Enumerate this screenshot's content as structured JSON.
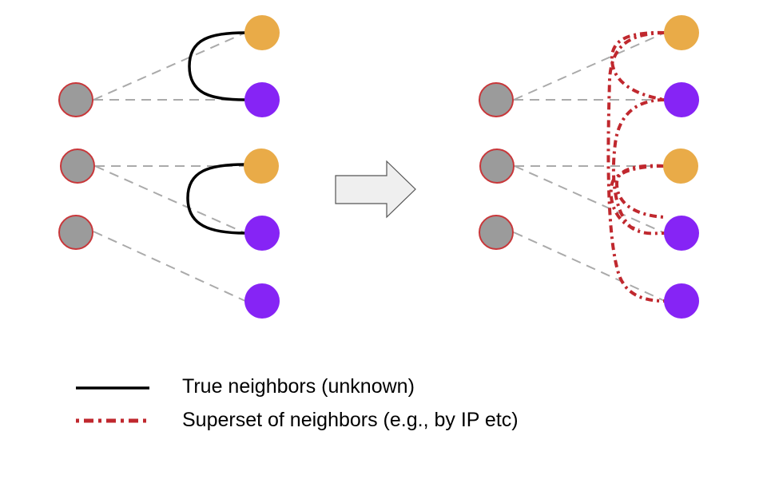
{
  "colors": {
    "source_node_fill": "#9b9b9b",
    "source_node_stroke": "#c8373a",
    "orange_node": "#e9ab48",
    "purple_node": "#8624f5",
    "dashed_edge": "#aaaaaa",
    "true_edge": "#000000",
    "superset_edge": "#c0282e",
    "arrow_fill": "#efefef",
    "arrow_stroke": "#555555"
  },
  "left_graph": {
    "source_nodes": [
      "s1",
      "s2",
      "s3"
    ],
    "target_nodes": [
      {
        "id": "t1",
        "color": "orange"
      },
      {
        "id": "t2",
        "color": "purple"
      },
      {
        "id": "t3",
        "color": "orange"
      },
      {
        "id": "t4",
        "color": "purple"
      },
      {
        "id": "t5",
        "color": "purple"
      }
    ],
    "dashed_edges": [
      [
        "s1",
        "t1"
      ],
      [
        "s1",
        "t2"
      ],
      [
        "s2",
        "t3"
      ],
      [
        "s2",
        "t4"
      ],
      [
        "s3",
        "t5"
      ]
    ],
    "true_neighbor_edges": [
      [
        "t1",
        "t2"
      ],
      [
        "t3",
        "t4"
      ]
    ]
  },
  "right_graph": {
    "source_nodes": [
      "s1",
      "s2",
      "s3"
    ],
    "target_nodes": [
      {
        "id": "t1",
        "color": "orange"
      },
      {
        "id": "t2",
        "color": "purple"
      },
      {
        "id": "t3",
        "color": "orange"
      },
      {
        "id": "t4",
        "color": "purple"
      },
      {
        "id": "t5",
        "color": "purple"
      }
    ],
    "dashed_edges": [
      [
        "s1",
        "t1"
      ],
      [
        "s1",
        "t2"
      ],
      [
        "s2",
        "t3"
      ],
      [
        "s2",
        "t4"
      ],
      [
        "s3",
        "t5"
      ]
    ],
    "superset_edges": [
      [
        "t1",
        "t2"
      ],
      [
        "t1",
        "t5"
      ],
      [
        "t2",
        "t4"
      ],
      [
        "t3",
        "t4"
      ],
      [
        "t3",
        "t4"
      ]
    ]
  },
  "legend": {
    "items": [
      {
        "label": "True neighbors (unknown)",
        "style": "solid"
      },
      {
        "label": "Superset of neighbors (e.g., by IP etc)",
        "style": "dash-dot"
      }
    ]
  }
}
